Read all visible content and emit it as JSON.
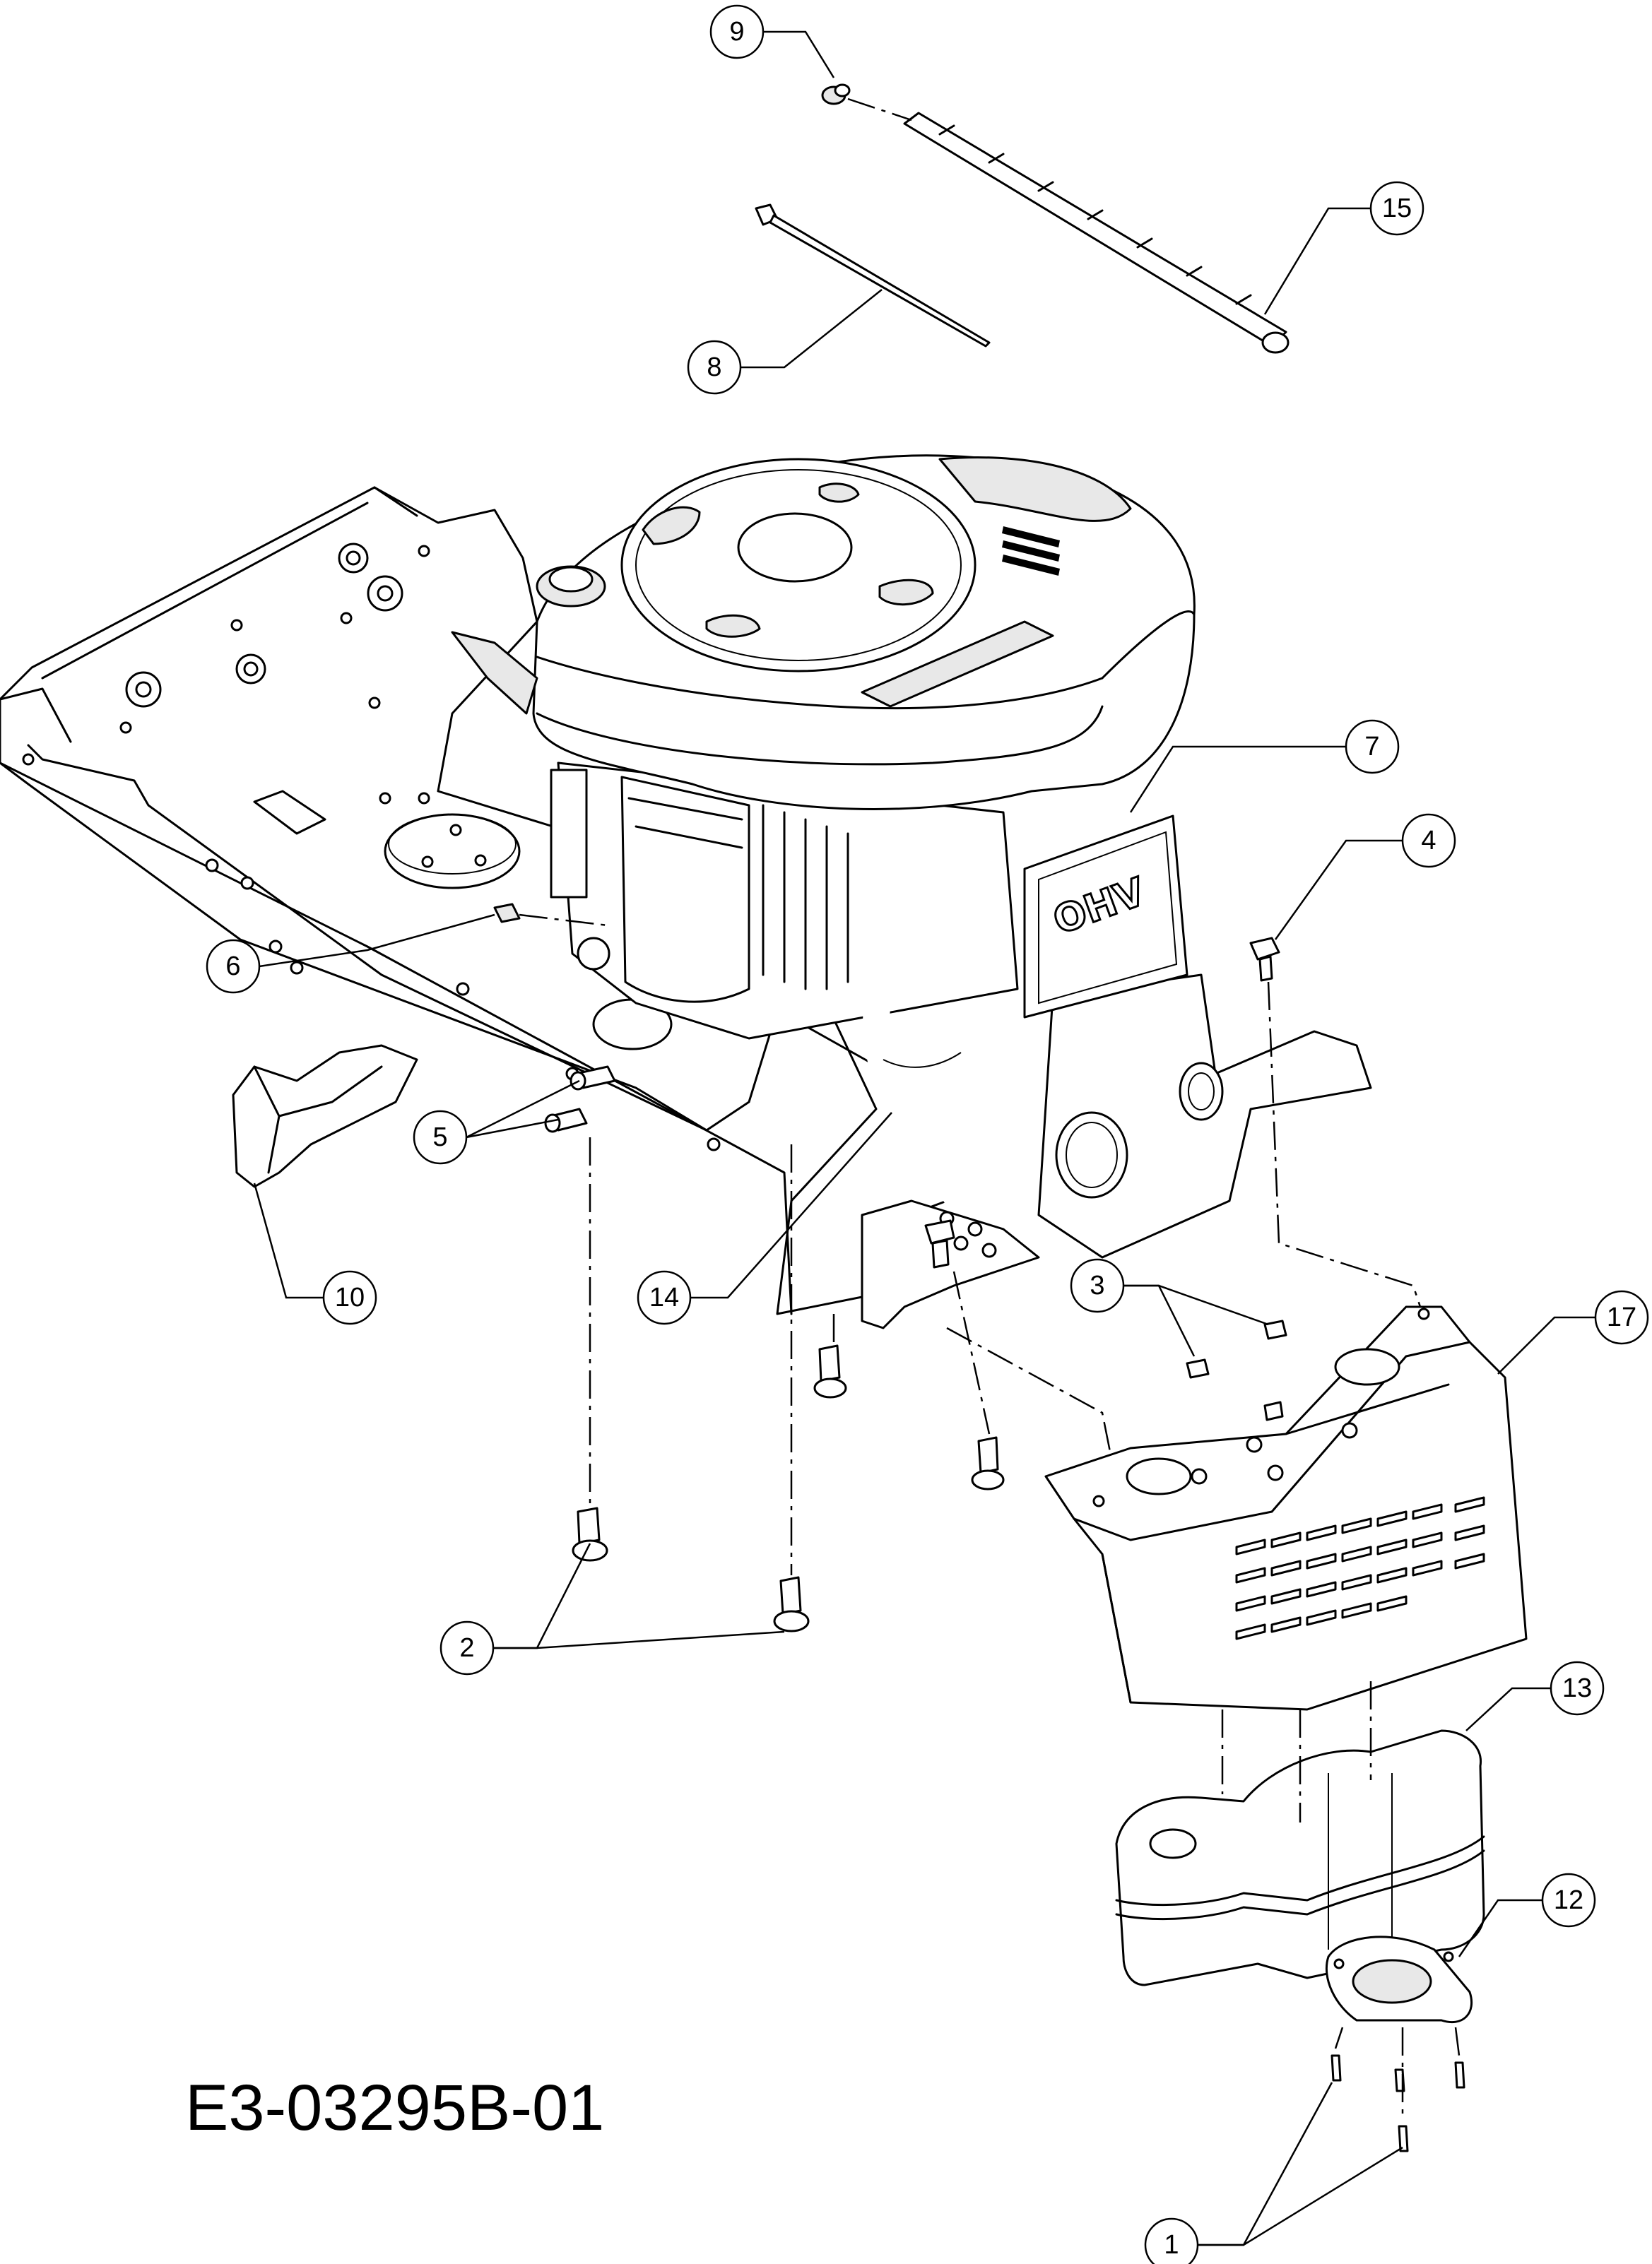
{
  "callouts": [
    {
      "id": "1",
      "label": "1"
    },
    {
      "id": "2",
      "label": "2"
    },
    {
      "id": "3",
      "label": "3"
    },
    {
      "id": "4",
      "label": "4"
    },
    {
      "id": "5",
      "label": "5"
    },
    {
      "id": "6",
      "label": "6"
    },
    {
      "id": "7",
      "label": "7"
    },
    {
      "id": "8",
      "label": "8"
    },
    {
      "id": "9",
      "label": "9"
    },
    {
      "id": "10",
      "label": "10"
    },
    {
      "id": "12",
      "label": "12"
    },
    {
      "id": "13",
      "label": "13"
    },
    {
      "id": "14",
      "label": "14"
    },
    {
      "id": "15",
      "label": "15"
    },
    {
      "id": "17",
      "label": "17"
    }
  ],
  "drawing_code": "E3-03295B-01",
  "engine_badge": "OHV"
}
